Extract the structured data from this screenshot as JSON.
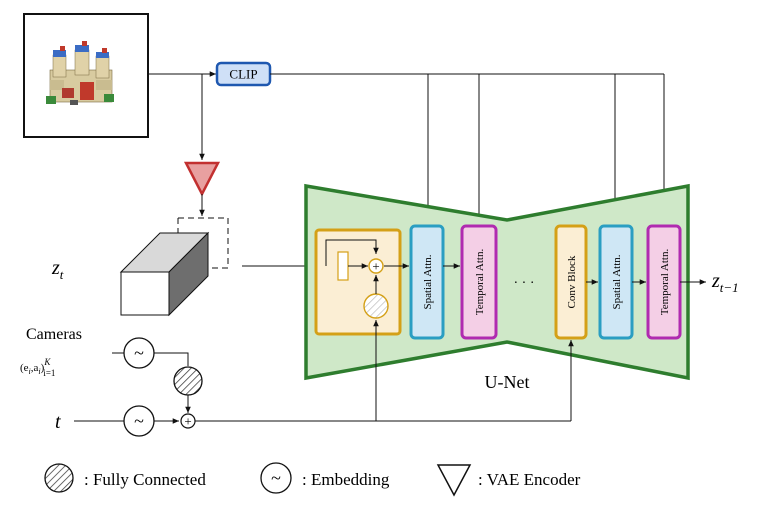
{
  "colors": {
    "unet_fill": "#cfe8c8",
    "unet_stroke": "#2e7d2e",
    "block_fill": "#fbeed4",
    "block_stroke": "#d4a017",
    "spatial_fill": "#cfe7f5",
    "spatial_stroke": "#2a9ec2",
    "temporal_fill": "#f4cfe6",
    "temporal_stroke": "#b02bb0",
    "clip_fill": "#cfe0f7",
    "clip_stroke": "#1f58b0",
    "vae_fill": "#e8a0a0",
    "vae_stroke": "#c23030",
    "arrow": "#111111"
  },
  "icons": {
    "input_image": "castle-image",
    "vae_encoder": "triangle-down-icon",
    "fully_connected": "hatched-circle-icon",
    "embedding": "tilde-circle-icon"
  },
  "labels": {
    "clip": "CLIP",
    "zt_base": "z",
    "zt_sub": "t",
    "z_out_base": "z",
    "z_out_sub": "t−1",
    "cameras": "Cameras",
    "cam_params": "(e",
    "cam_sub_i": "i",
    "cam_sep": ",a",
    "cam_close": ")",
    "cam_sup": "K",
    "cam_sub": "i=1",
    "t": "t",
    "unet": "U-Net",
    "spatial_attn": "Spatial Attn.",
    "temporal_attn": "Temporal Attn.",
    "conv_block": "Conv Block",
    "ellipsis": "· · ·",
    "plus": "+",
    "tilde": "~"
  },
  "legend": {
    "fully_connected": ": Fully Connected",
    "embedding": ": Embedding",
    "vae_encoder": ": VAE Encoder"
  }
}
